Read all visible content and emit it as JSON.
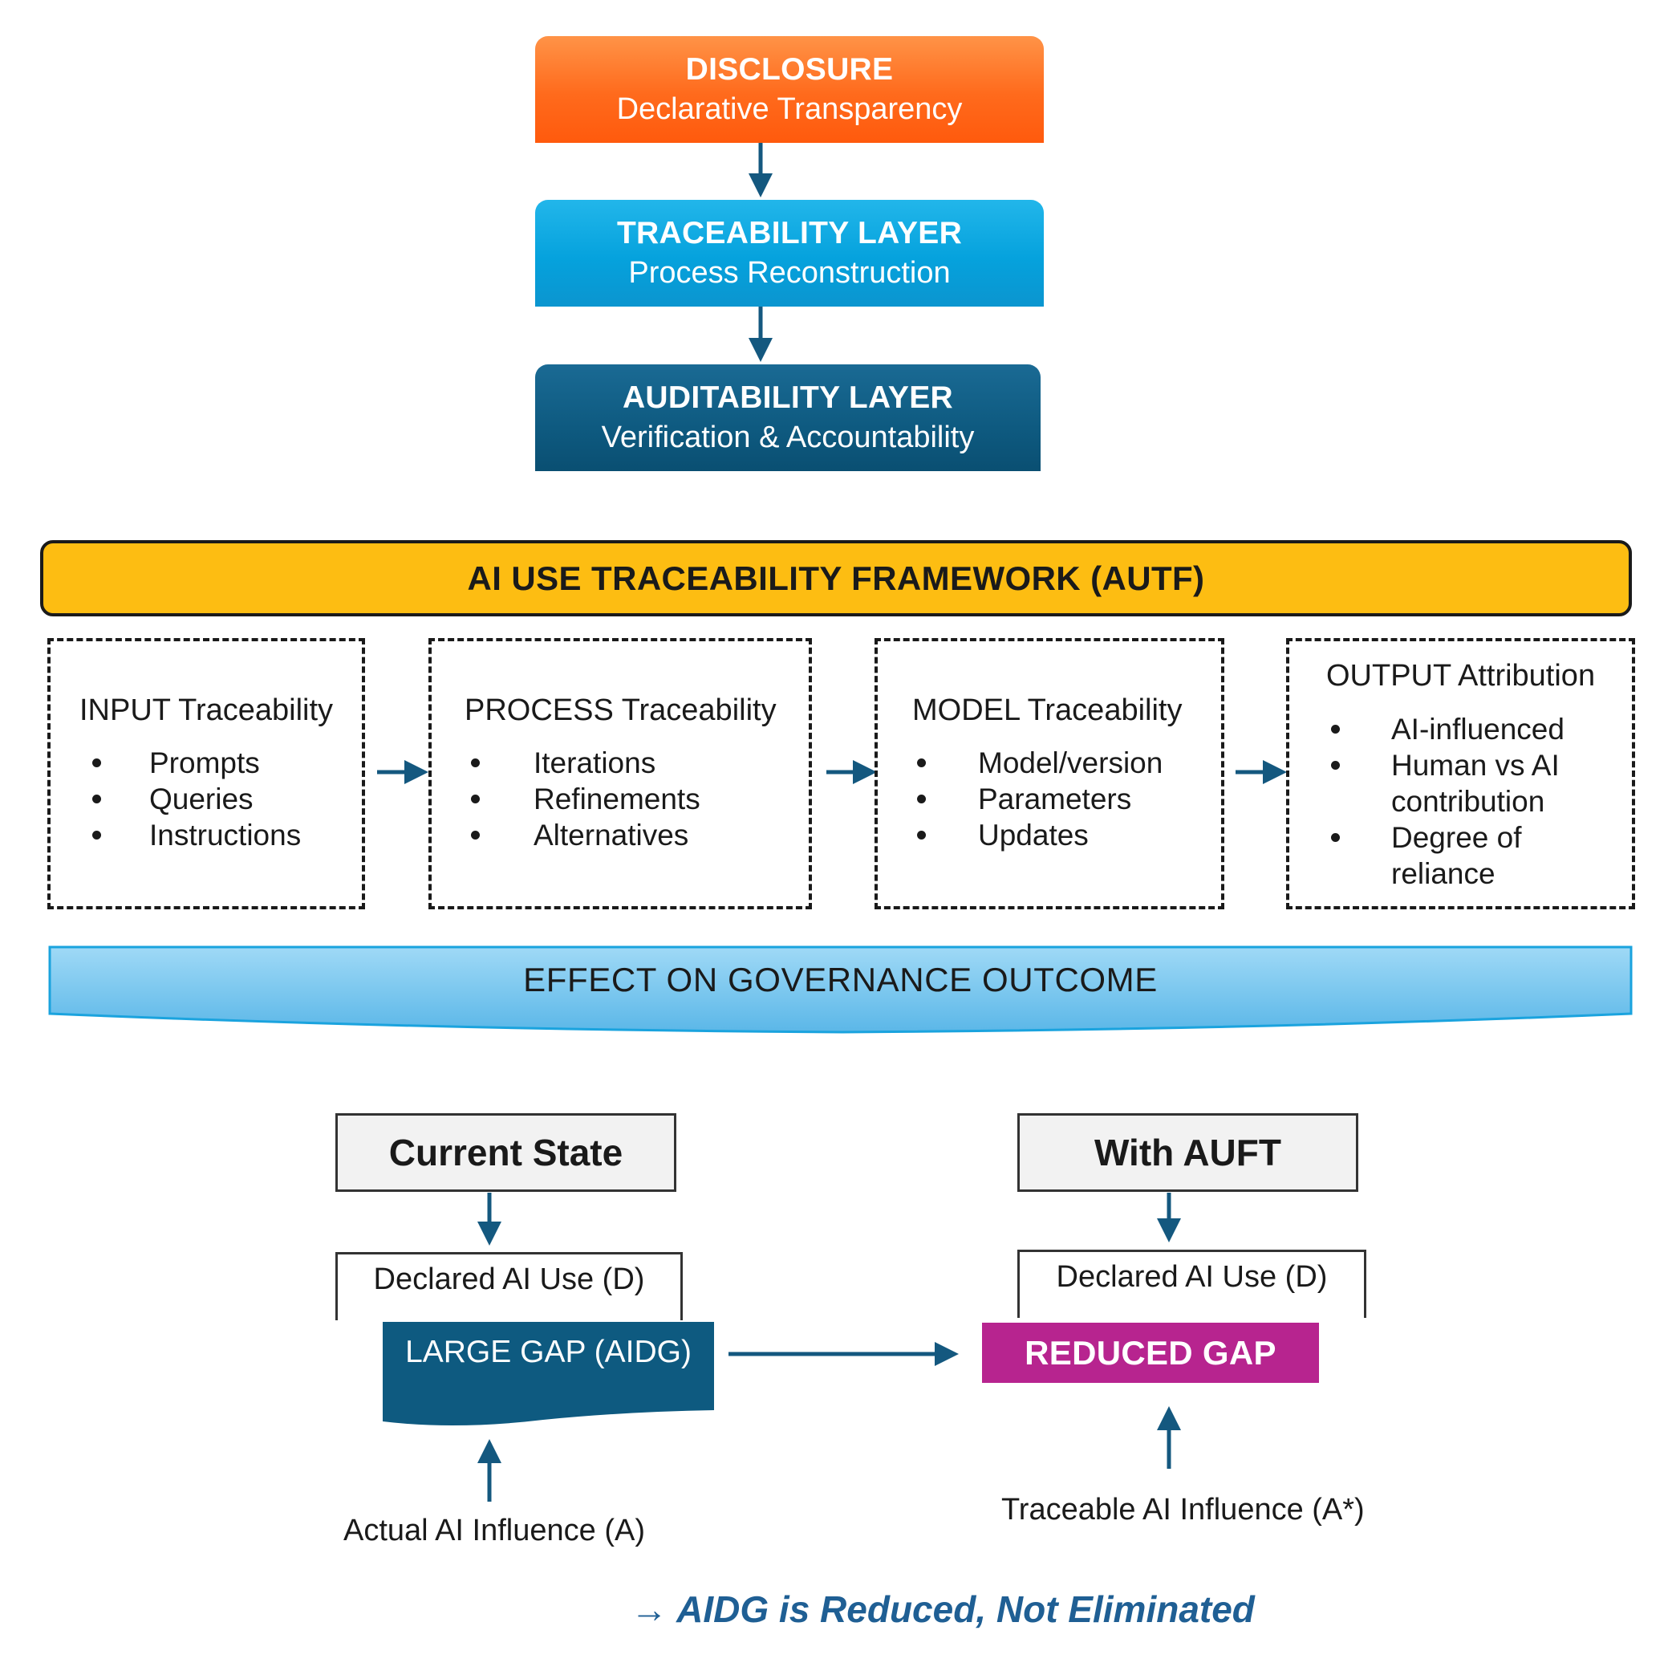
{
  "layers": {
    "disclosure": {
      "title": "DISCLOSURE",
      "subtitle": "Declarative Transparency"
    },
    "traceability": {
      "title": "TRACEABILITY LAYER",
      "subtitle": "Process Reconstruction"
    },
    "auditability": {
      "title": "AUDITABILITY LAYER",
      "subtitle": "Verification & Accountability"
    }
  },
  "framework": {
    "title": "AI USE TRACEABILITY FRAMEWORK (AUTF)"
  },
  "components": [
    {
      "title": "INPUT Traceability",
      "items": [
        "Prompts",
        "Queries",
        "Instructions"
      ]
    },
    {
      "title": "PROCESS Traceability",
      "items": [
        "Iterations",
        "Refinements",
        "Alternatives"
      ]
    },
    {
      "title": "MODEL Traceability",
      "items": [
        "Model/version",
        "Parameters",
        "Updates"
      ]
    },
    {
      "title": "OUTPUT Attribution",
      "items": [
        "AI-influenced",
        "Human vs AI",
        "contribution",
        "Degree of",
        "reliance"
      ]
    }
  ],
  "governance": {
    "title": "EFFECT ON GOVERNANCE OUTCOME"
  },
  "current_state": {
    "title": "Current State",
    "declared": "Declared AI Use (D)",
    "gap": "LARGE GAP (AIDG)",
    "influence": "Actual AI Influence (A)"
  },
  "with_framework": {
    "title": "With AUFT",
    "declared": "Declared AI Use (D)",
    "gap": "REDUCED GAP",
    "influence": "Traceable AI Influence (A*)"
  },
  "conclusion": "→ AIDG is Reduced, Not Eliminated",
  "colors": {
    "disclosure": "#ff6a1c",
    "traceability": "#05a2dd",
    "auditability": "#0e5a80",
    "framework_banner": "#fdbd12",
    "governance_banner": "#6fc3ee",
    "large_gap": "#0e5a80",
    "reduced_gap": "#b7248f",
    "arrow": "#14587f",
    "conclusion_text": "#1f5f94"
  }
}
